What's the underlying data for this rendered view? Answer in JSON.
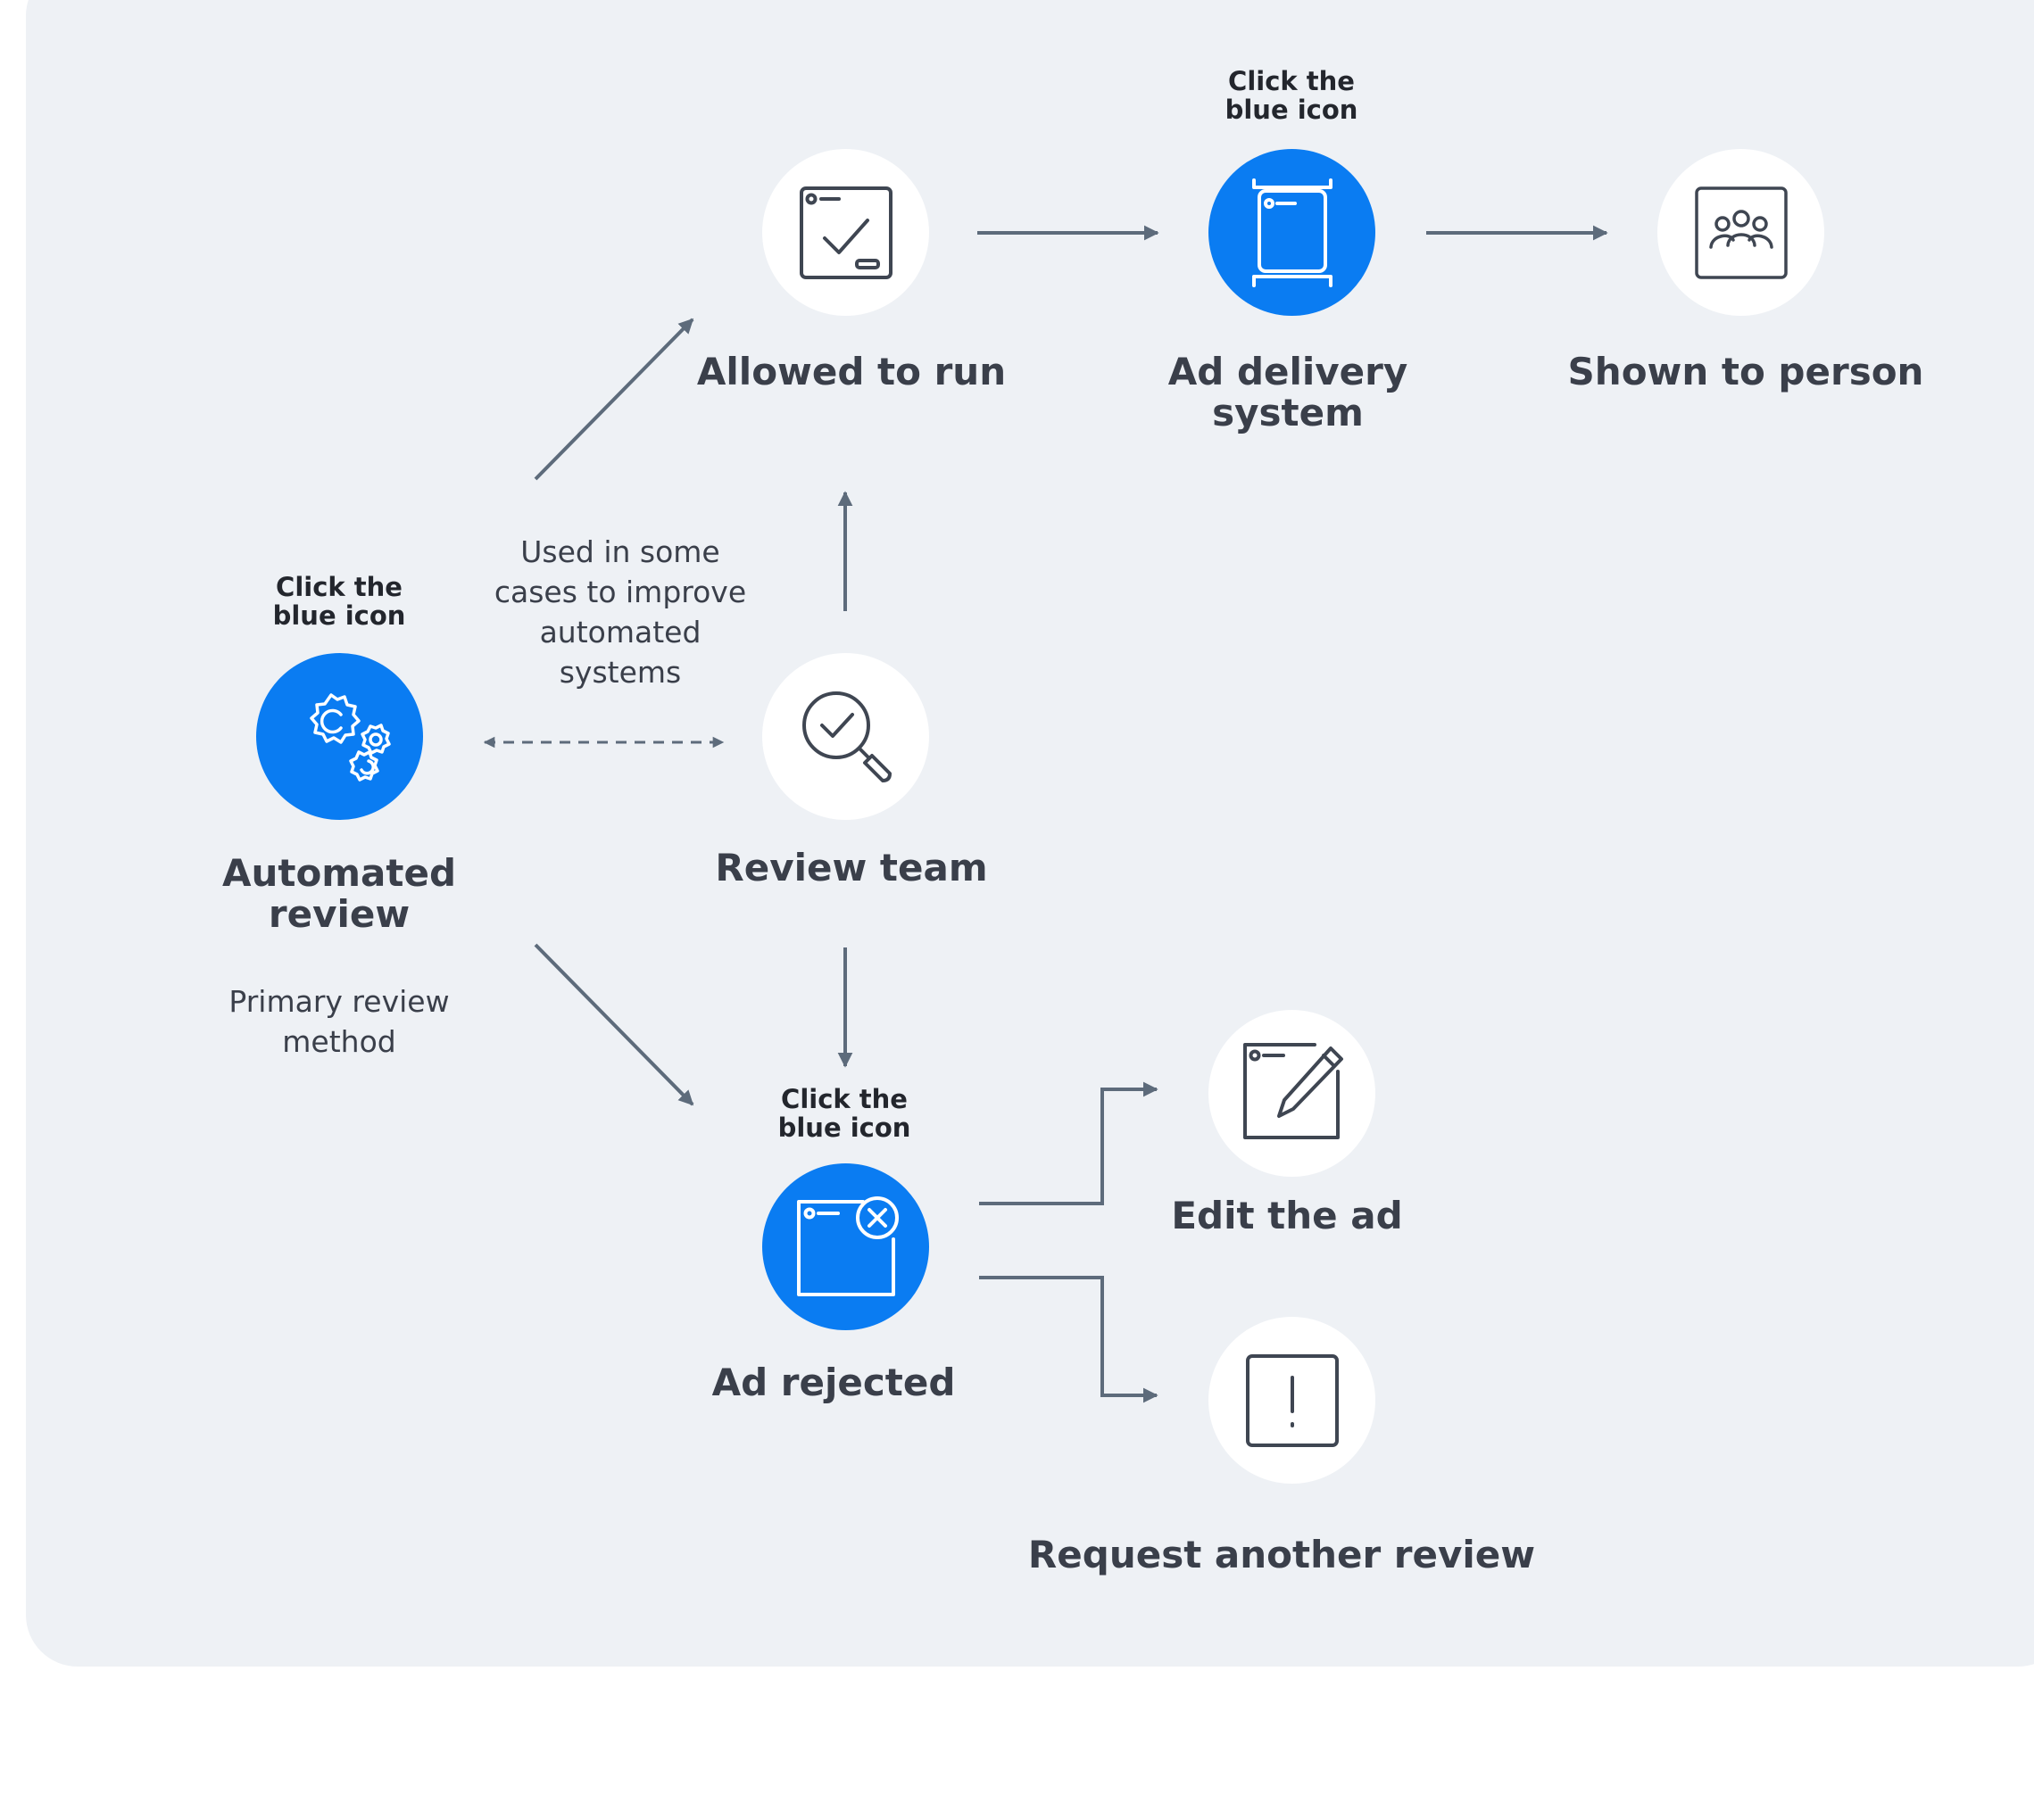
{
  "colors": {
    "panel": "#eef1f5",
    "accent": "#0a7cf2",
    "arrow": "#5d6b7b",
    "text": "#3a3f4a"
  },
  "hint_text": [
    "Click the",
    "blue icon"
  ],
  "nodes": {
    "allowed": {
      "title": [
        "Allowed to run"
      ],
      "icon": "checked-document-icon"
    },
    "delivery": {
      "title": [
        "Ad delivery",
        "system"
      ],
      "icon": "delivery-device-icon"
    },
    "shown": {
      "title": [
        "Shown to person"
      ],
      "icon": "people-icon"
    },
    "automated": {
      "title": [
        "Automated",
        "review"
      ],
      "icon": "gears-icon",
      "note": [
        "Primary review",
        "method"
      ]
    },
    "review_team": {
      "title": [
        "Review team"
      ],
      "icon": "magnifier-check-icon",
      "note": [
        "Used in some",
        "cases to improve",
        "automated",
        "systems"
      ]
    },
    "rejected": {
      "title": [
        "Ad rejected"
      ],
      "icon": "rejected-document-icon"
    },
    "edit": {
      "title": [
        "Edit the ad"
      ],
      "icon": "edit-document-icon"
    },
    "request": {
      "title": [
        "Request another review"
      ],
      "icon": "alert-document-icon"
    }
  }
}
